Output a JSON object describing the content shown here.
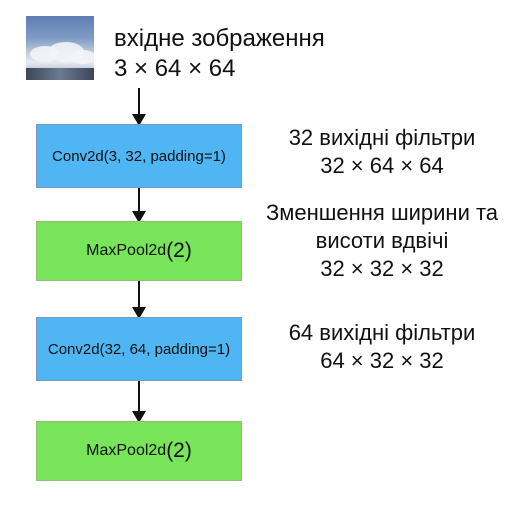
{
  "input": {
    "label": "вхідне зображення",
    "shape": "3 × 64 × 64"
  },
  "layers": [
    {
      "kind": "conv",
      "text": "Conv2d(3, 32, padding=1)"
    },
    {
      "kind": "pool",
      "name": "MaxPool2d",
      "arg": "(2)"
    },
    {
      "kind": "conv",
      "text": "Conv2d(32, 64, padding=1)"
    },
    {
      "kind": "pool",
      "name": "MaxPool2d",
      "arg": "(2)"
    }
  ],
  "notes": [
    {
      "line1": "32 вихідні фільтри",
      "shape": "32 × 64 × 64"
    },
    {
      "line1": "Зменшення ширини та",
      "line2": "висоти вдвічі",
      "shape": "32 × 32 × 32"
    },
    {
      "line1": "64 вихідні фільтри",
      "shape": "64 × 32 × 32"
    }
  ],
  "colors": {
    "conv": "#4fb5f3",
    "pool": "#77e45a"
  }
}
